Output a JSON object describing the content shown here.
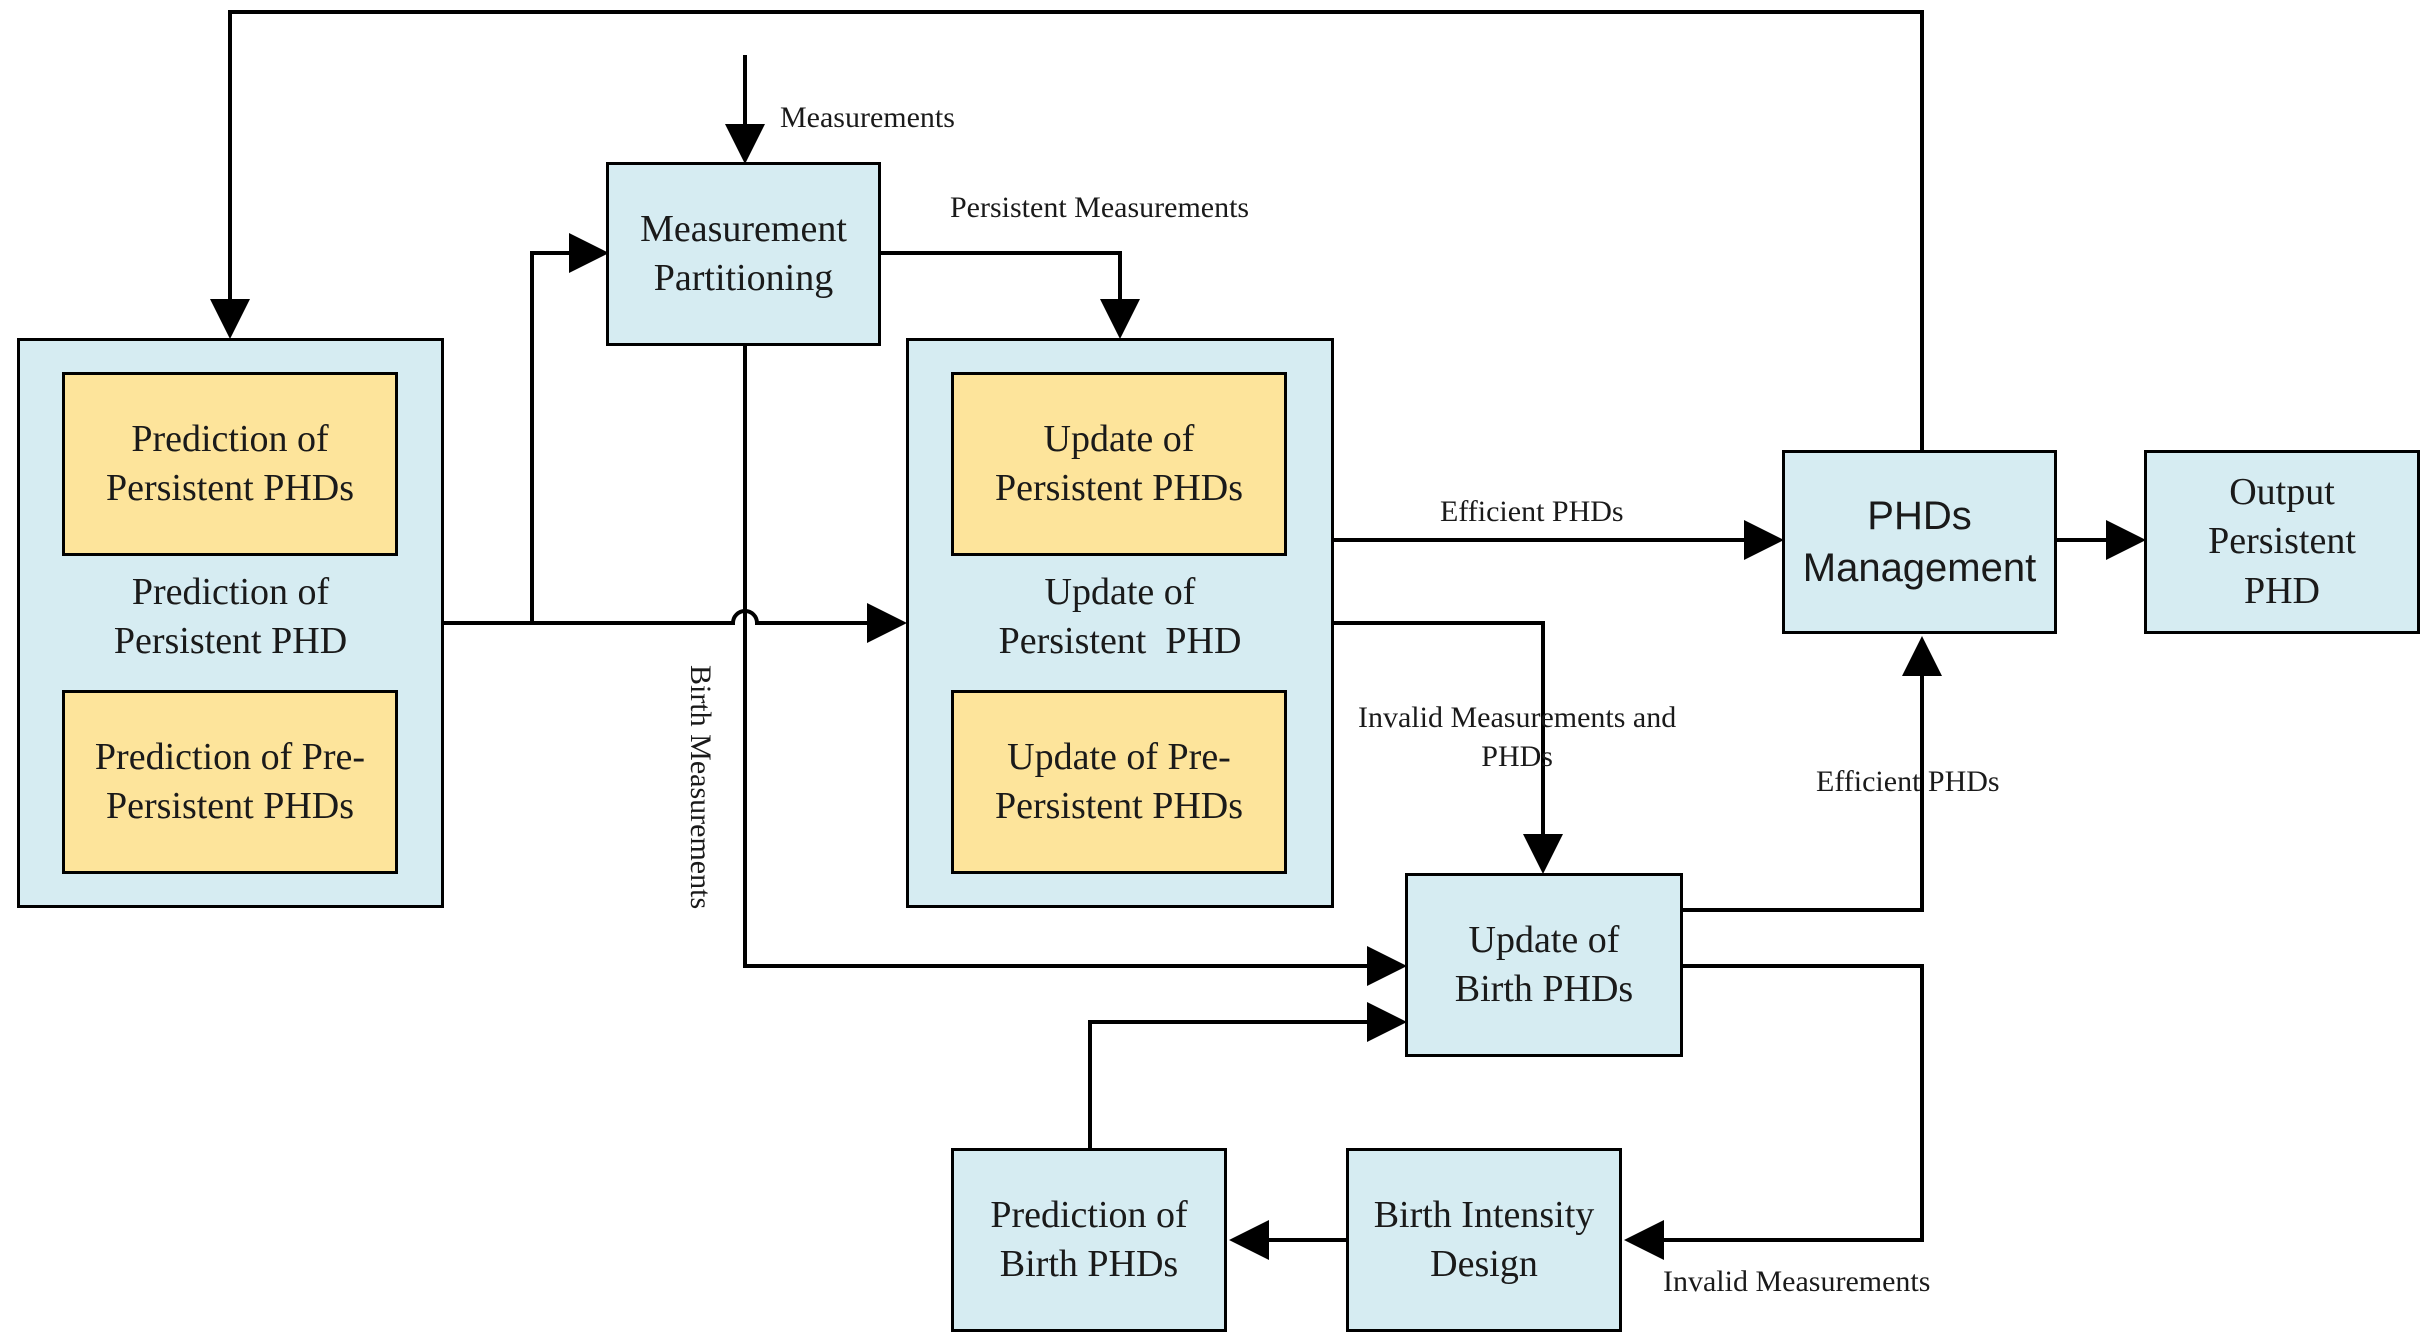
{
  "boxes": {
    "pred_outer": {
      "line1": "Prediction of",
      "line2": "Persistent PHD"
    },
    "pred_persistent": {
      "line1": "Prediction of",
      "line2": "Persistent PHDs"
    },
    "pred_prepersistent": {
      "line1": "Prediction of Pre-",
      "line2": "Persistent PHDs"
    },
    "meas_partition": {
      "line1": "Measurement",
      "line2": "Partitioning"
    },
    "update_outer": {
      "line1": "Update of",
      "line2": "Persistent  PHD"
    },
    "update_persistent": {
      "line1": "Update of",
      "line2": "Persistent PHDs"
    },
    "update_prepersistent": {
      "line1": "Update of Pre-",
      "line2": "Persistent PHDs"
    },
    "phds_management": {
      "line1": "PHDs",
      "line2": "Management"
    },
    "output": {
      "line1": "Output",
      "line2": "Persistent",
      "line3": "PHD"
    },
    "update_birth": {
      "line1": "Update of",
      "line2": "Birth PHDs"
    },
    "birth_intensity": {
      "line1": "Birth Intensity",
      "line2": "Design"
    },
    "pred_birth": {
      "line1": "Prediction of",
      "line2": "Birth PHDs"
    }
  },
  "labels": {
    "measurements": "Measurements",
    "persistent_measurements": "Persistent Measurements",
    "efficient_phds_1": "Efficient PHDs",
    "efficient_phds_2": "Efficient PHDs",
    "invalid_meas_phds_line1": "Invalid Measurements and",
    "invalid_meas_phds_line2": "PHDs",
    "birth_measurements": "Birth Measurements",
    "invalid_measurements": "Invalid Measurements"
  },
  "colors": {
    "box_fill": "#d6ecf2",
    "inner_fill": "#fde49b",
    "stroke": "#000000"
  }
}
